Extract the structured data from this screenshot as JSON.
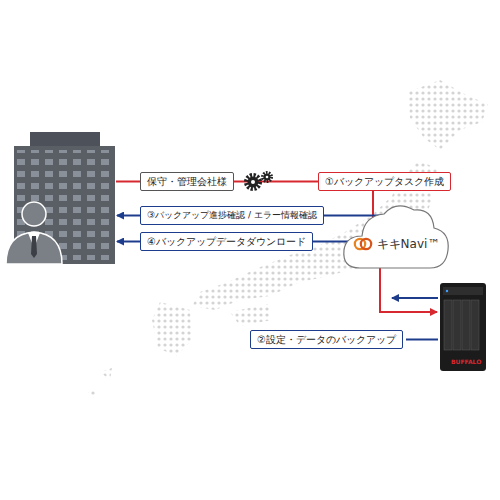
{
  "diagram": {
    "nodes": [
      {
        "text": [
          "保守・管理会社様"
        ]
      },
      {
        "text": [
          "①バックアップタスク作成"
        ]
      },
      {
        "text": [
          "③バックアップ進捗確認 / エラー情報確認"
        ]
      },
      {
        "text": [
          "④バックアップデータダウンロード"
        ]
      },
      {
        "text": [
          "キキNavi™"
        ]
      },
      {
        "text": [
          "②設定・データのバックアップ"
        ]
      }
    ],
    "edges": [
      {
        "from": 0,
        "to": 1,
        "arrow": "none"
      },
      {
        "from": 1,
        "to": 4,
        "arrow": "none"
      },
      {
        "from": 4,
        "to": 2,
        "arrow": "none"
      },
      {
        "from": 4,
        "to": 3,
        "arrow": "none"
      }
    ],
    "labels": [
      "BUFFALO"
    ]
  }
}
